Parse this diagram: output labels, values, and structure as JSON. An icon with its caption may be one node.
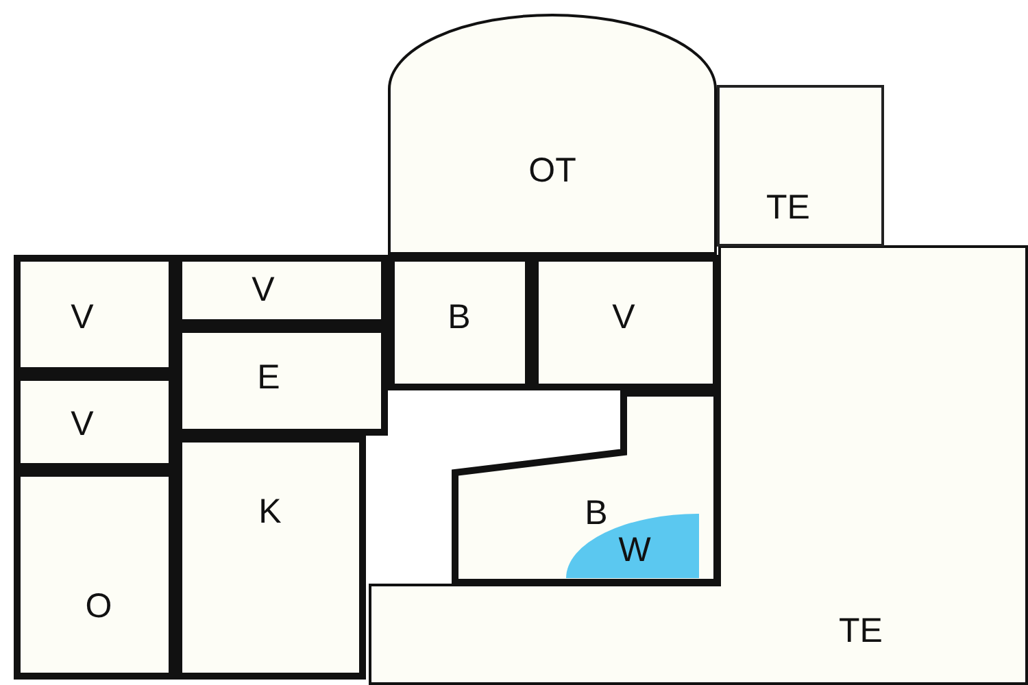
{
  "diagram": {
    "nodes": [
      {
        "text": [
          "OT"
        ]
      },
      {
        "text": [
          "TE"
        ]
      },
      {
        "text": [
          "V"
        ]
      },
      {
        "text": [
          "V"
        ]
      },
      {
        "text": [
          "B"
        ]
      },
      {
        "text": [
          "V"
        ]
      },
      {
        "text": [
          "E"
        ]
      },
      {
        "text": [
          "V"
        ]
      },
      {
        "text": [
          "K"
        ]
      },
      {
        "text": [
          "B"
        ]
      },
      {
        "text": [
          "W"
        ],
        "in": 9
      },
      {
        "text": [
          "O"
        ]
      },
      {
        "text": [
          "TE"
        ]
      }
    ]
  }
}
